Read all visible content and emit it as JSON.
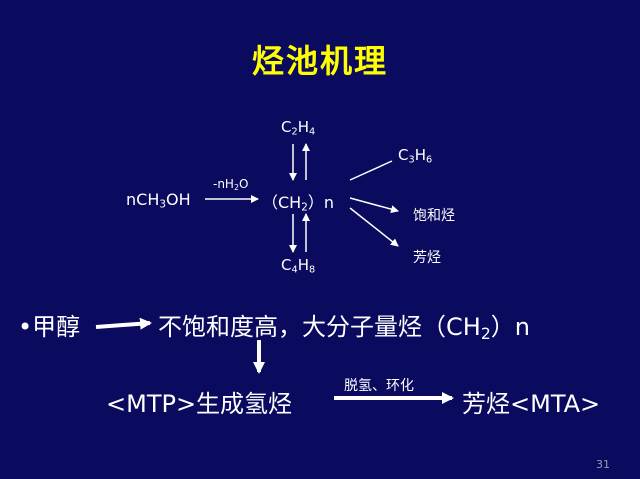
{
  "slide": {
    "title": "烃池机理",
    "page_number": "31"
  },
  "mechanism": {
    "reactant_prefix": "nCH",
    "reactant_sub": "3",
    "reactant_suffix": "OH",
    "arrow_label_prefix": "-nH",
    "arrow_label_sub": "2",
    "arrow_label_suffix": "O",
    "pool_prefix": "（CH",
    "pool_sub": "2",
    "pool_suffix": "）n",
    "top_prefix": "C",
    "top_sub1": "2",
    "top_mid": "H",
    "top_sub2": "4",
    "bottom_prefix": "C",
    "bottom_sub1": "4",
    "bottom_mid": "H",
    "bottom_sub2": "8",
    "right_top_prefix": "C",
    "right_top_sub1": "3",
    "right_top_mid": "H",
    "right_top_sub2": "6",
    "right_middle": "饱和烃",
    "right_bottom": "芳烃"
  },
  "summary": {
    "bullet": "•",
    "start": "甲醇",
    "line1_prefix": "不饱和度高，大分子量烃（CH",
    "line1_sub": "2",
    "line1_suffix": "）n",
    "line2_left": "<MTP>生成氢烃",
    "arrow_label": "脱氢、环化",
    "line2_right": "芳烃<MTA>"
  }
}
